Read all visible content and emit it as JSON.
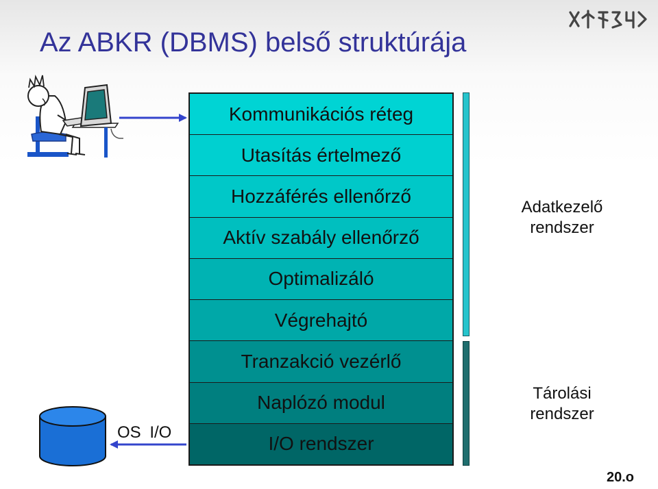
{
  "title": "Az ABKR (DBMS) belső struktúrája",
  "logo_text": "",
  "layers": [
    {
      "label": "Kommunikációs réteg",
      "color": "#00d4d4"
    },
    {
      "label": "Utasítás értelmező",
      "color": "#00d0d0"
    },
    {
      "label": "Hozzáférés ellenőrző",
      "color": "#00c8c8"
    },
    {
      "label": "Aktív szabály ellenőrző",
      "color": "#00bfbf"
    },
    {
      "label": "Optimalizáló",
      "color": "#00b3b3"
    },
    {
      "label": "Végrehajtó",
      "color": "#00a8a8"
    },
    {
      "label": "Tranzakció vezérlő",
      "color": "#009090"
    },
    {
      "label": "Naplózó modul",
      "color": "#007f7f"
    },
    {
      "label": "I/O rendszer",
      "color": "#006666"
    }
  ],
  "handler_label": "Adatkezelő\nrendszer",
  "storage_label": "Tárolási\nrendszer",
  "os_io_label": "OS I/O",
  "page_number": "20.o",
  "colors": {
    "title": "#333399",
    "arrow": "#3344cc",
    "database": "#1a6fd6",
    "handler_bar": "#26c4cc",
    "storage_bar": "#1f6e6e"
  }
}
